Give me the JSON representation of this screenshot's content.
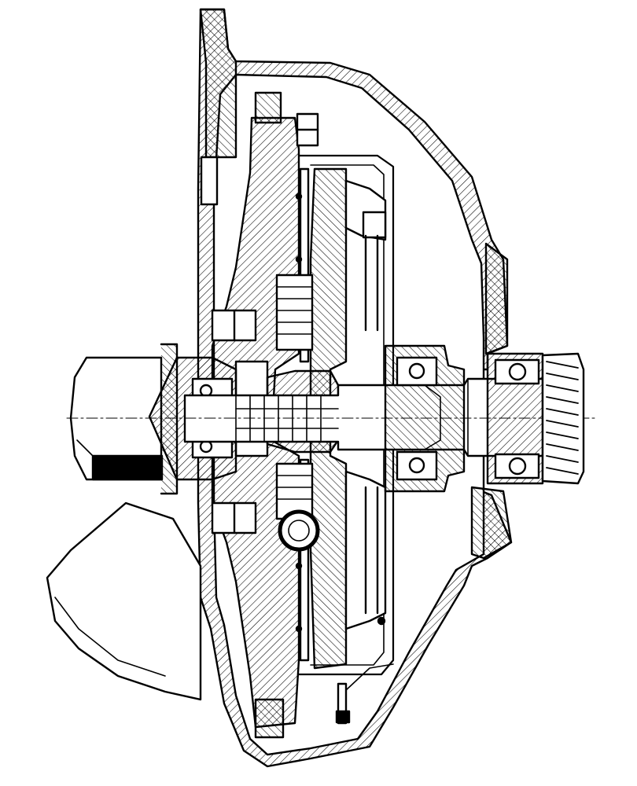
{
  "figure": {
    "subject": "clutch-and-flywheel-cross-section",
    "style": "monochrome-line-engraving",
    "hatching": "diagonal-section-hatch",
    "colors": {
      "ink": "#000000",
      "paper": "#ffffff"
    }
  }
}
